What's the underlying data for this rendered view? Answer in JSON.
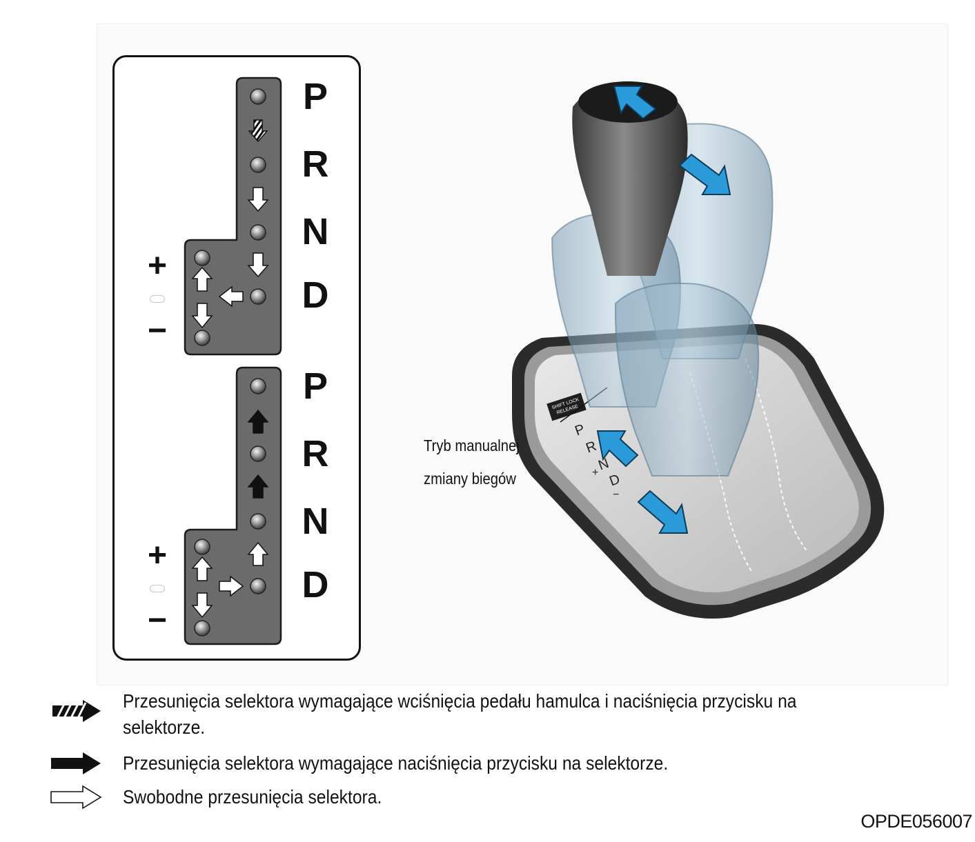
{
  "gear_panel_top": {
    "gears": [
      "P",
      "R",
      "N",
      "D"
    ],
    "plus": "+",
    "minus": "−"
  },
  "gear_panel_bottom": {
    "gears": [
      "P",
      "R",
      "N",
      "D"
    ],
    "plus": "+",
    "minus": "−"
  },
  "knob_illustration": {
    "button_label_line1": "SHIFT LOCK",
    "button_label_line2": "RELEASE",
    "indicator": [
      "P",
      "R",
      "N",
      "D",
      "+",
      "−"
    ],
    "arrow_color": "#2a9bd8"
  },
  "callout": {
    "line1": "Tryb manualnej",
    "line2": "zmiany biegów"
  },
  "legend": [
    {
      "icon": "hatched-arrow-icon",
      "text": "Przesunięcia selektora wymagające wciśnięcia pedału hamulca i naciśnięcia przycisku na selektorze."
    },
    {
      "icon": "solid-arrow-icon",
      "text": "Przesunięcia selektora wymagające naciśnięcia przycisku na selektorze."
    },
    {
      "icon": "outline-arrow-icon",
      "text": "Swobodne przesunięcia selektora."
    }
  ],
  "figure_code": "OPDE056007"
}
